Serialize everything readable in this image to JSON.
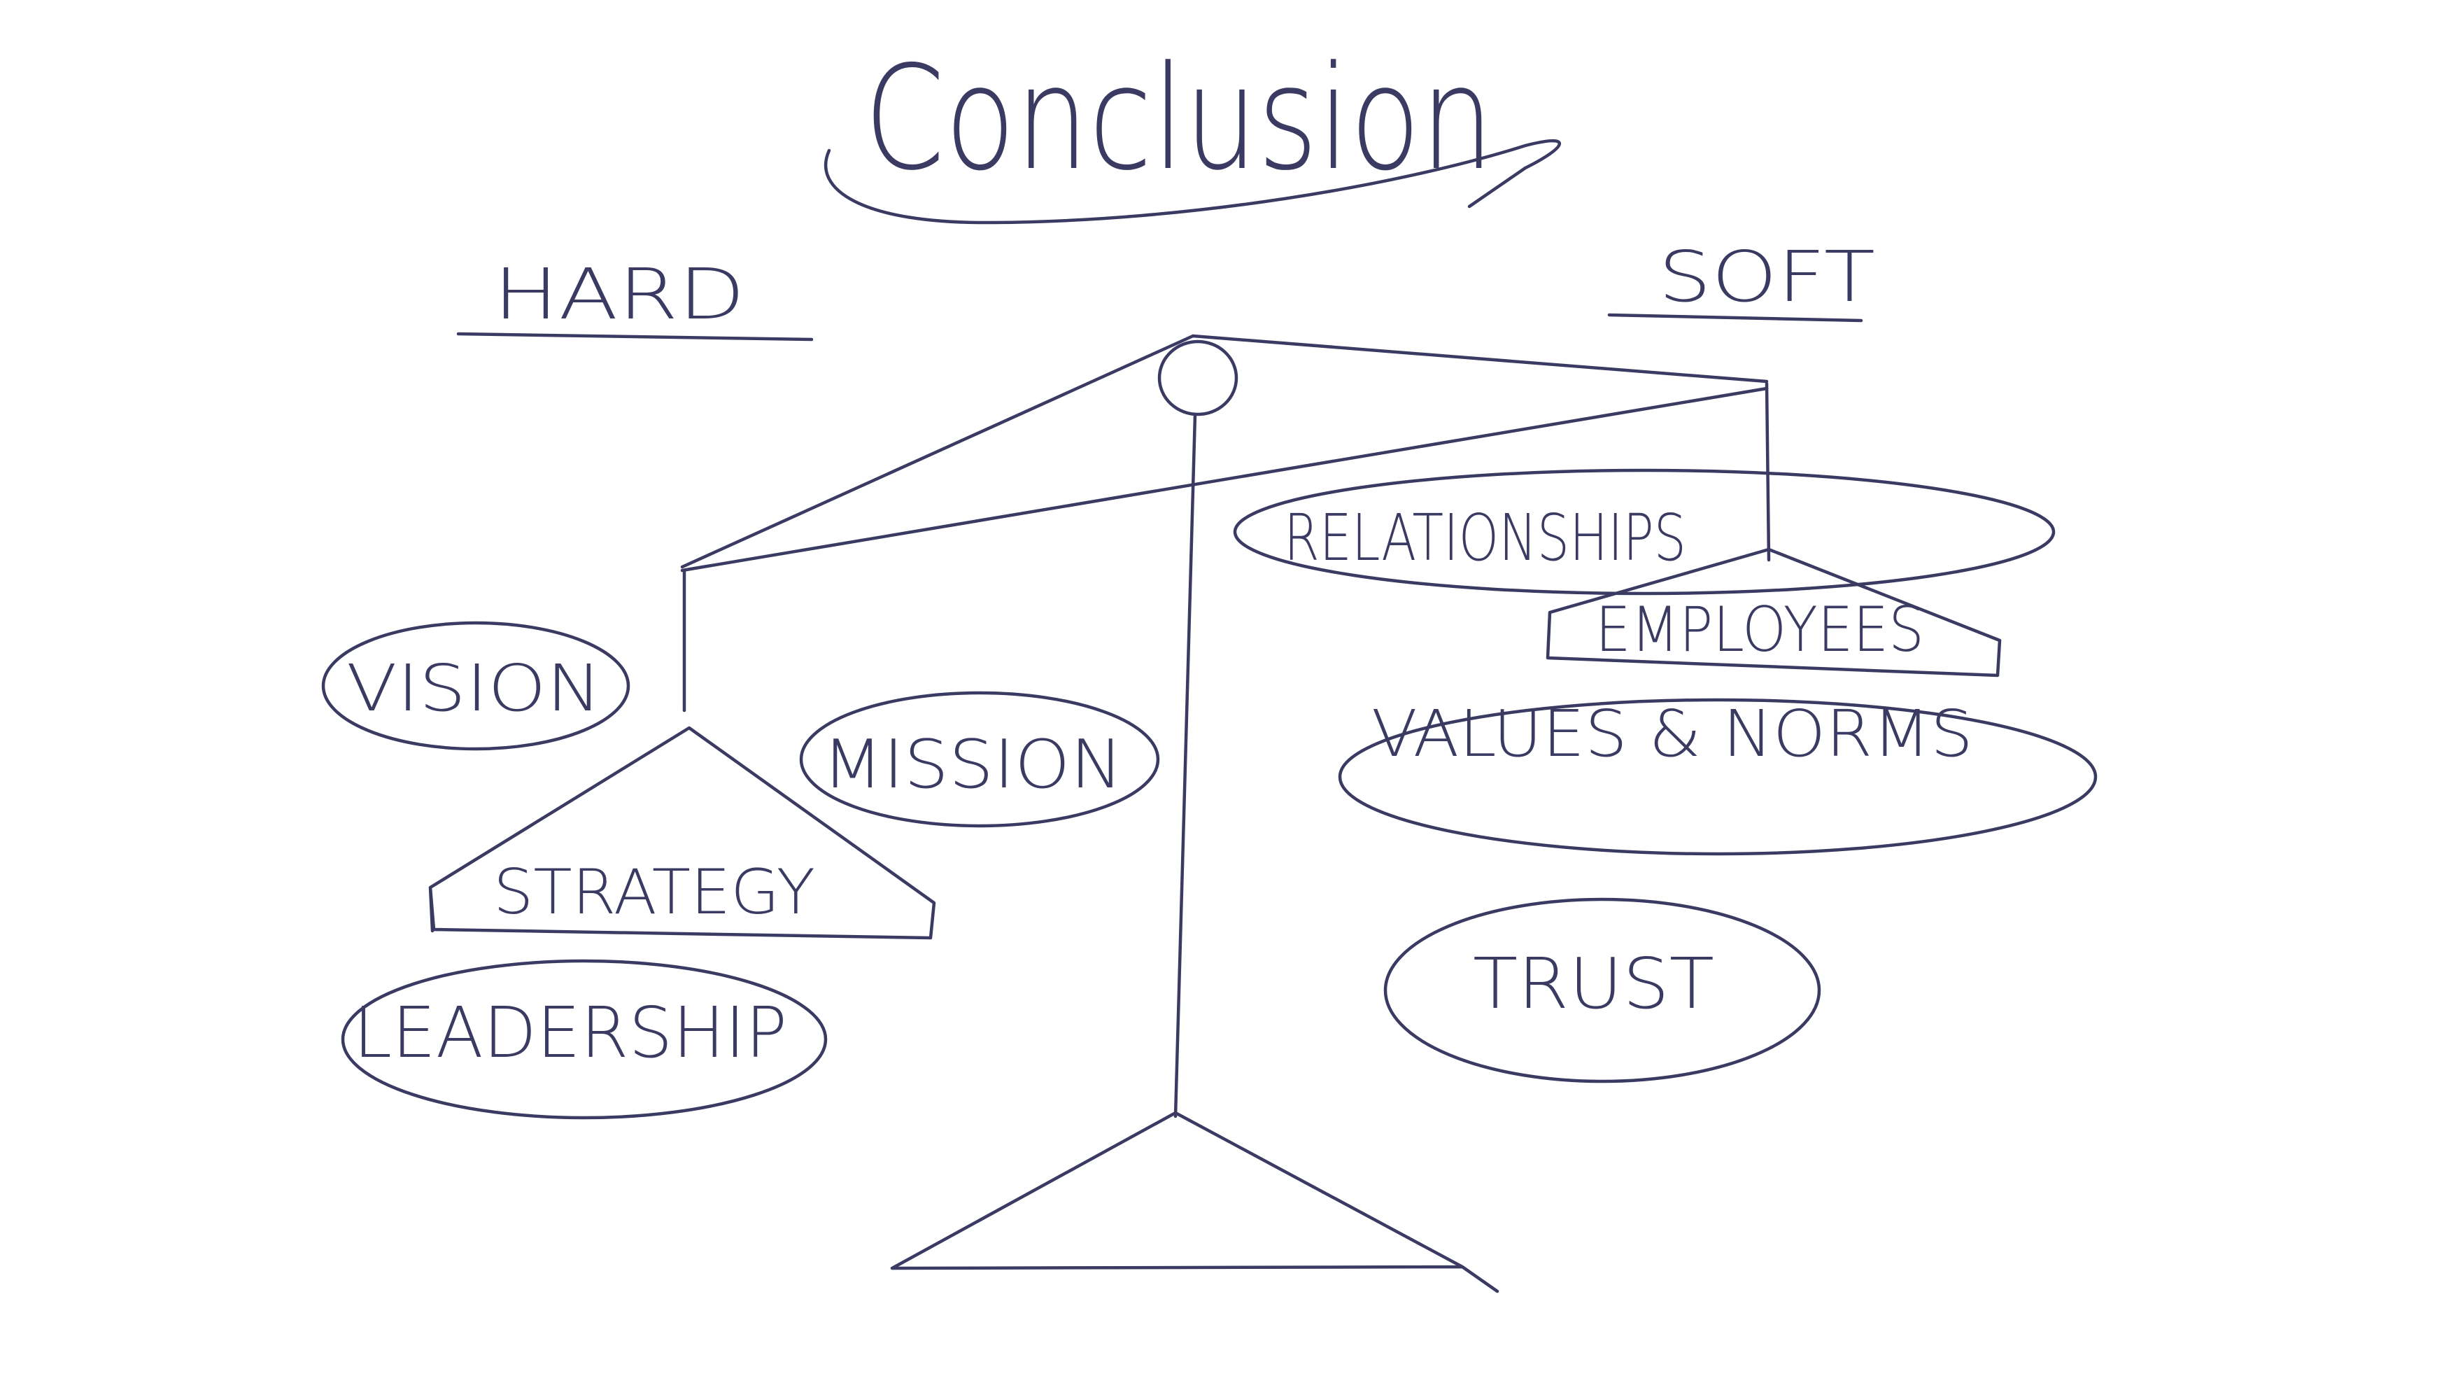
{
  "title": "Conclusion",
  "headings": {
    "hard": "HARD",
    "soft": "SOFT"
  },
  "hard_items": {
    "vision": "VISION",
    "mission": "MISSION",
    "strategy": "STRATEGY",
    "leadership": "LEADERSHIP"
  },
  "soft_items": {
    "relationships": "RELATIONSHIPS",
    "employees": "EMPLOYEES",
    "values_norms": "VALUES & NORMS",
    "trust": "TRUST"
  },
  "colors": {
    "ink": "#3a3a63",
    "background": "#ffffff"
  }
}
